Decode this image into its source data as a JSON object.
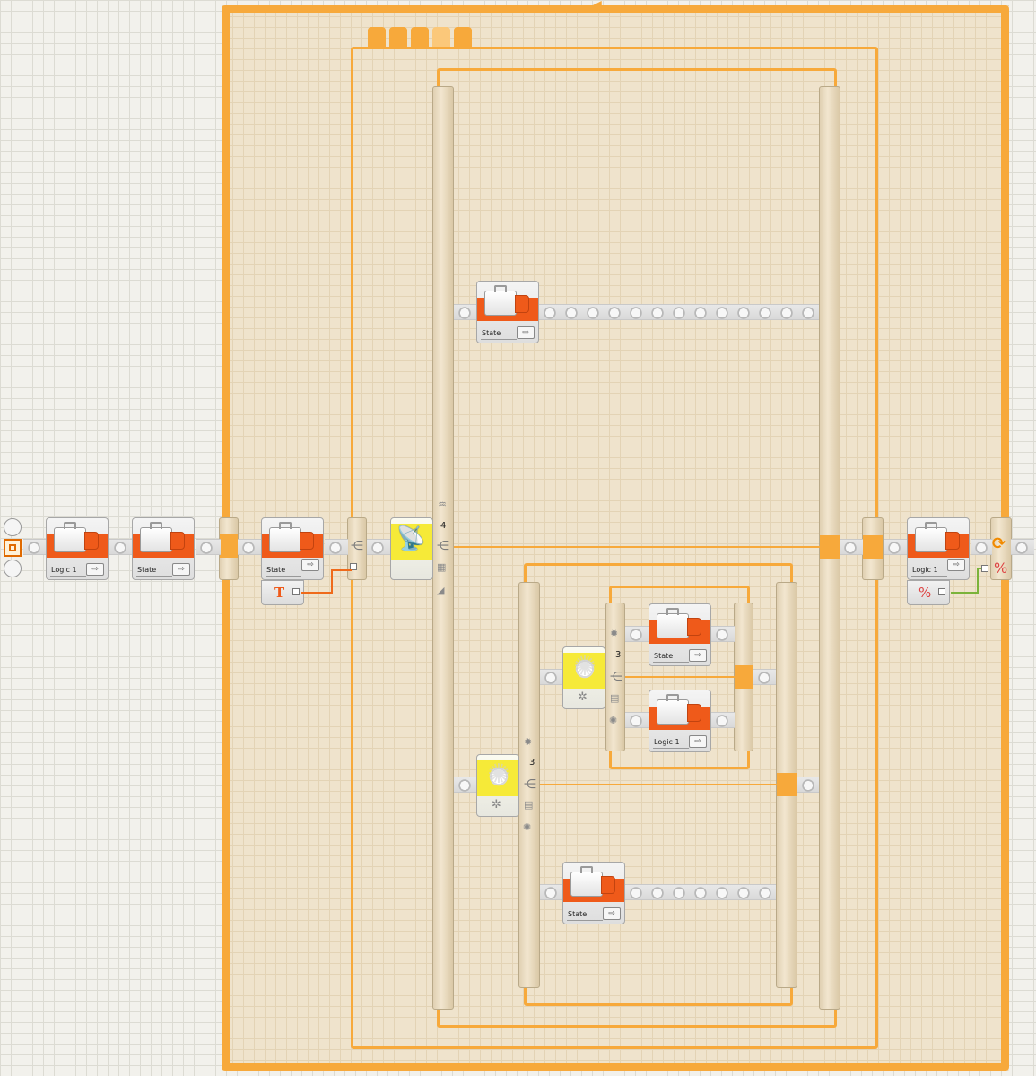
{
  "canvas": {
    "background": "#f2f1ec",
    "loop_color": "#f7a93b",
    "block_accent": "#ef5a1a",
    "sensor_accent": "#f6ea38"
  },
  "blocks": {
    "logic1_left": {
      "label": "Logic 1",
      "icon": "briefcase-icon"
    },
    "state_left": {
      "label": "State",
      "icon": "briefcase-icon"
    },
    "state_in_loop": {
      "label": "State",
      "icon": "briefcase-icon"
    },
    "state_top_branch": {
      "label": "State",
      "icon": "briefcase-icon"
    },
    "state_inner_top": {
      "label": "State",
      "icon": "briefcase-icon"
    },
    "logic1_inner": {
      "label": "Logic 1",
      "icon": "briefcase-icon"
    },
    "state_bottom": {
      "label": "State",
      "icon": "briefcase-icon"
    },
    "logic1_right": {
      "label": "Logic 1",
      "icon": "briefcase-icon"
    }
  },
  "switches": {
    "receive_cases": "4",
    "light_outer_cases": "3",
    "light_inner_cases": "3"
  },
  "icons": {
    "hub": "⇨",
    "text": "T",
    "not": "%",
    "loop": "⟳"
  }
}
